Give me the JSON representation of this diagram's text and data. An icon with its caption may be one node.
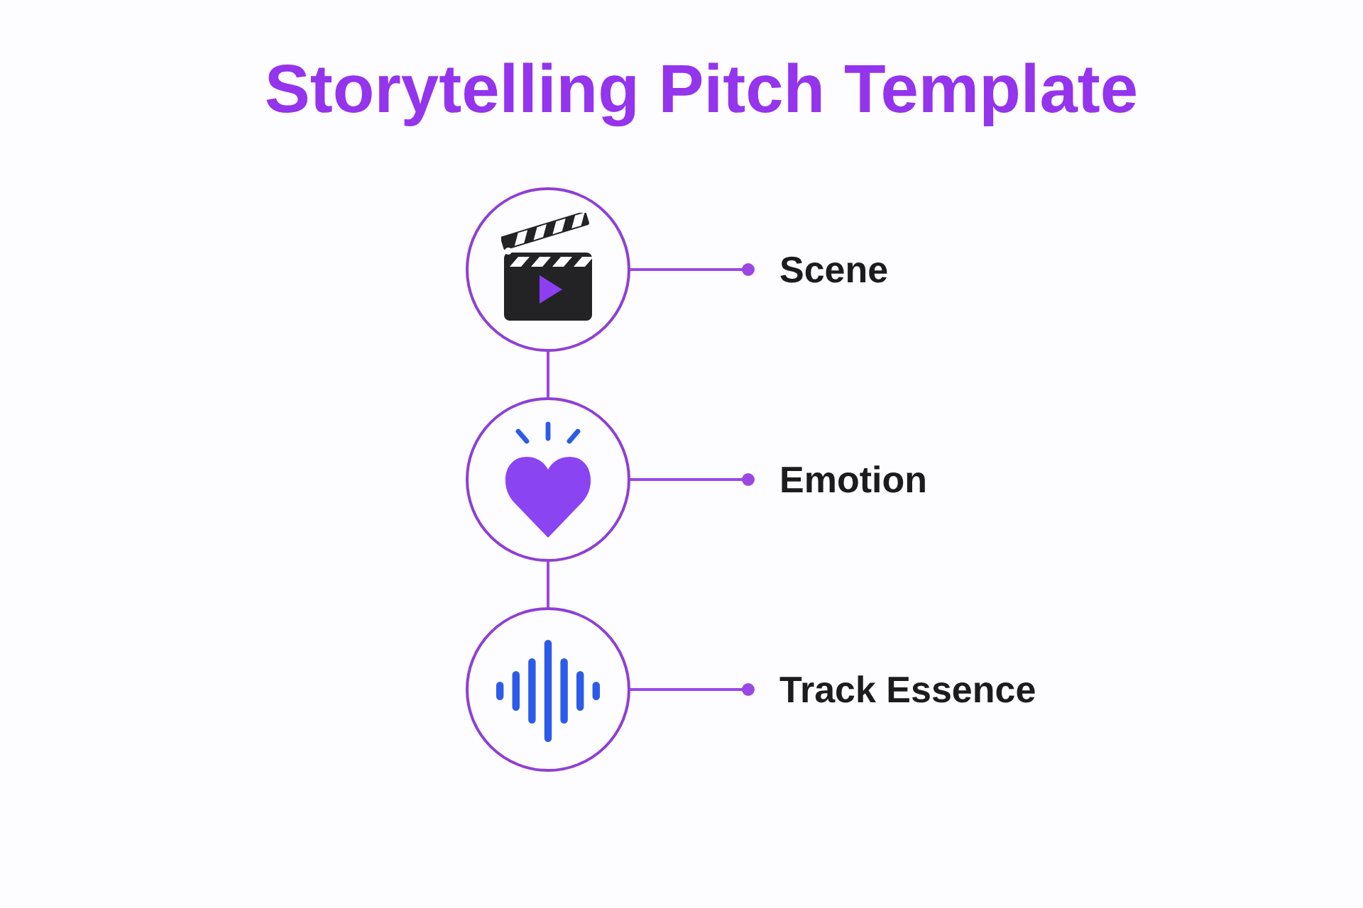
{
  "diagram": {
    "title": "Storytelling Pitch Template",
    "nodes": [
      {
        "text": [],
        "shape": "circle"
      },
      {
        "text": [
          "Scene"
        ]
      },
      {
        "text": [],
        "shape": "circle"
      },
      {
        "text": [
          "Emotion"
        ]
      },
      {
        "text": [],
        "shape": "circle"
      },
      {
        "text": [
          "Track Essence"
        ]
      }
    ],
    "edges": [
      {
        "from": 0,
        "to": 1,
        "arrow": "other"
      },
      {
        "from": 0,
        "to": 2,
        "arrow": "none"
      },
      {
        "from": 2,
        "to": 3,
        "arrow": "other"
      },
      {
        "from": 2,
        "to": 4,
        "arrow": "none"
      },
      {
        "from": 4,
        "to": 5,
        "arrow": "other"
      }
    ]
  }
}
